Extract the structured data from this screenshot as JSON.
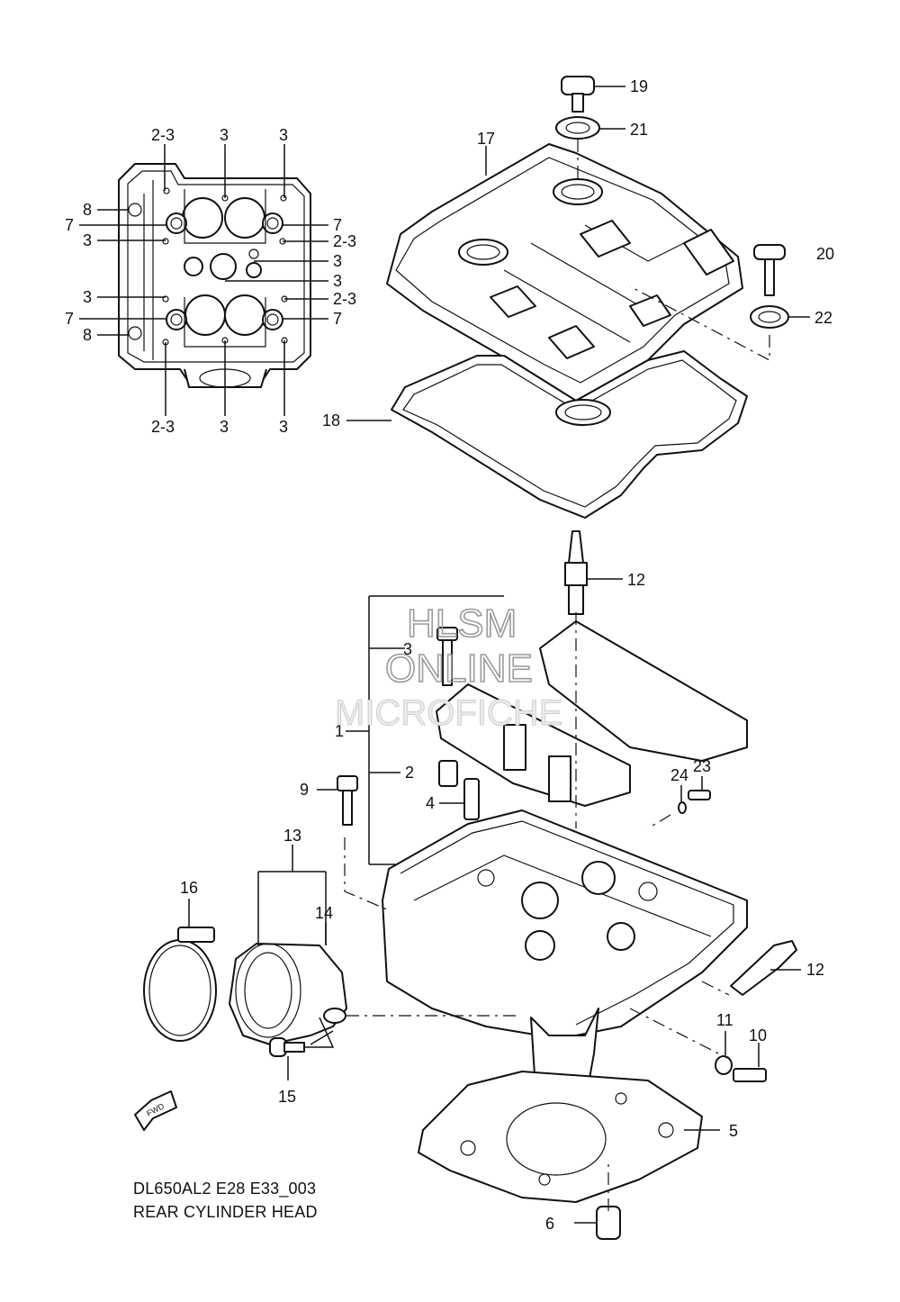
{
  "diagram": {
    "code": "DL650AL2 E28 E33_003",
    "title": "REAR CYLINDER HEAD",
    "watermark": [
      "HLSM",
      "ONLINE",
      "MICROFICHE"
    ],
    "direction_marker": "FWD"
  },
  "top_view_labels": {
    "l_2_3_top": "2-3",
    "l_3_top_mid": "3",
    "l_3_top_right": "3",
    "l_8_upper": "8",
    "l_7_upper_left": "7",
    "l_7_upper_right": "7",
    "l_3_left_upper": "3",
    "l_2_3_right_upper": "2-3",
    "l_3_center_a": "3",
    "l_3_center_b": "3",
    "l_3_left_lower": "3",
    "l_2_3_right_lower": "2-3",
    "l_7_lower_left": "7",
    "l_7_lower_right": "7",
    "l_8_lower": "8",
    "l_2_3_bottom": "2-3",
    "l_3_bottom_mid": "3",
    "l_3_bottom_right": "3"
  },
  "parts": {
    "p1": "1",
    "p2": "2",
    "p3": "3",
    "p4": "4",
    "p5": "5",
    "p6": "6",
    "p9": "9",
    "p10": "10",
    "p11": "11",
    "p12_upper": "12",
    "p12_lower": "12",
    "p13": "13",
    "p14": "14",
    "p15": "15",
    "p16": "16",
    "p17": "17",
    "p18": "18",
    "p19": "19",
    "p20": "20",
    "p21": "21",
    "p22": "22",
    "p23": "23",
    "p24": "24"
  }
}
